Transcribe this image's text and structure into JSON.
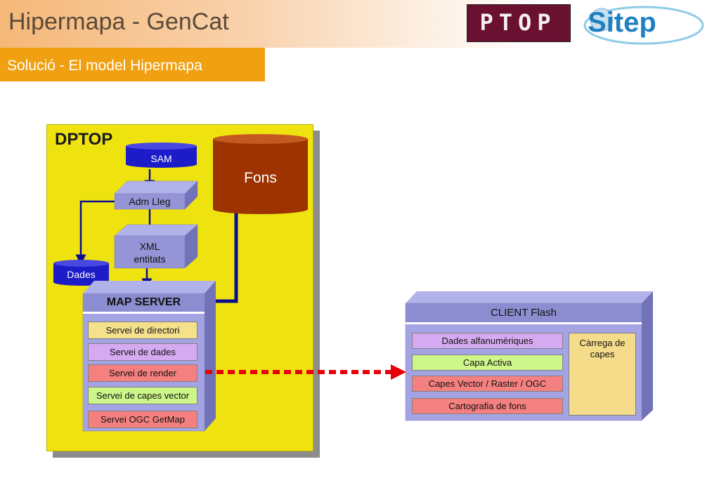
{
  "header": {
    "title": "Hipermapa - GenCat",
    "subtitle": "Solució - El model Hipermapa",
    "logos": {
      "ptop": "PTOP",
      "sitep": "Sitep"
    }
  },
  "diagram": {
    "dptop_label": "DPTOP",
    "sam": "SAM",
    "fons": "Fons",
    "adm_lleg": "Adm Lleg",
    "xml_line1": "XML",
    "xml_line2": "entitats",
    "dades": "Dades",
    "map_server": {
      "title": "MAP SERVER",
      "items": [
        {
          "label": "Servei de directori",
          "color": "#f5e08c"
        },
        {
          "label": "Servei de dades",
          "color": "#d6aaf0"
        },
        {
          "label": "Servei de render",
          "color": "#f58080"
        },
        {
          "label": "Servei de capes vector",
          "color": "#ccf58a"
        },
        {
          "label": "Servei OGC GetMap",
          "color": "#f58080"
        }
      ]
    },
    "client": {
      "title": "CLIENT Flash",
      "items": [
        {
          "label": "Dades alfanumèriques",
          "color": "#d6aaf0"
        },
        {
          "label": "Capa Activa",
          "color": "#ccf58a"
        },
        {
          "label": "Capes Vector / Raster / OGC",
          "color": "#f58080"
        },
        {
          "label": "Cartografia de fons",
          "color": "#f58080"
        }
      ],
      "side_line1": "Càrrega de",
      "side_line2": "capes",
      "side_color": "#f5dc8a"
    },
    "colors": {
      "dptop_bg": "#efe30f",
      "box_front": "#9494d6",
      "box_top": "#b2b2ea",
      "box_side": "#7272b8",
      "cylinder_blue": "#1c1cc8",
      "cylinder_brown": "#9c3300",
      "arrow_red": "#e8000a",
      "connector_dark": "#0c0c90"
    }
  }
}
